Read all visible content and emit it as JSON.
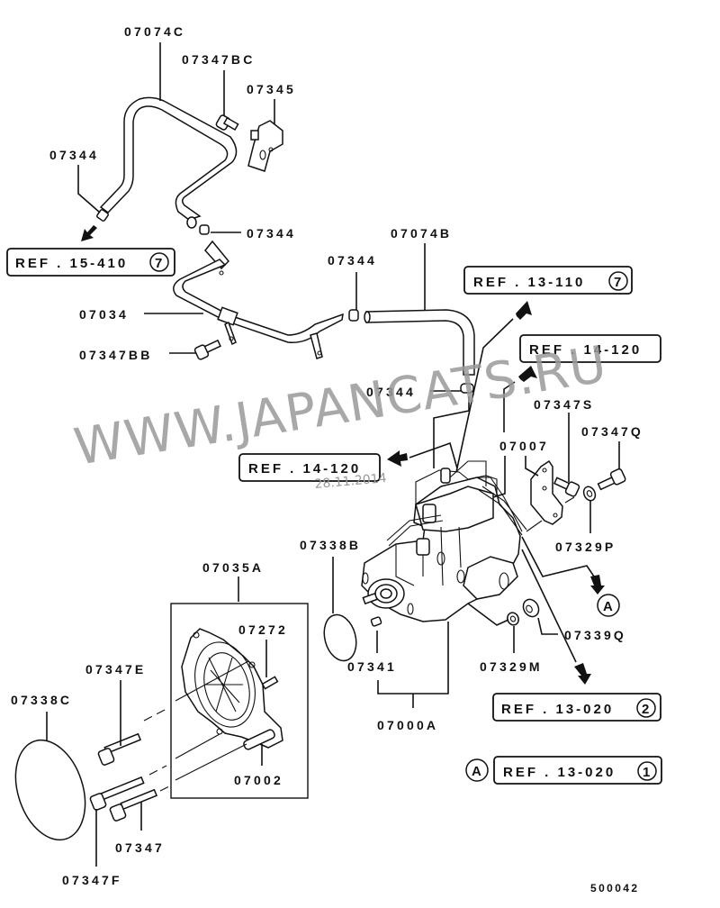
{
  "diagram": {
    "type": "exploded parts diagram",
    "subject": "fuel injection pump and fuel hoses",
    "watermark": "WWW.JAPANCATS.RU",
    "watermark_date": "28.11.2014",
    "figure_code": "500042",
    "part_labels": {
      "p07074C": "07074C",
      "p07347BC": "07347BC",
      "p07345": "07345",
      "p07344_a": "07344",
      "p07344_b": "07344",
      "p07344_c": "07344",
      "p07344_d": "07344",
      "p07074B": "07074B",
      "p07034": "07034",
      "p07347BB": "07347BB",
      "p07347S": "07347S",
      "p07347Q": "07347Q",
      "p07007": "07007",
      "p07329P": "07329P",
      "p07338B": "07338B",
      "p07035A": "07035A",
      "p07272": "07272",
      "p07347E": "07347E",
      "p07338C": "07338C",
      "p07341": "07341",
      "p07329M": "07329M",
      "p07339Q": "07339Q",
      "p07000A": "07000A",
      "p07002": "07002",
      "p07347": "07347",
      "p07347F": "07347F"
    },
    "references": {
      "ref_15_410": {
        "text": "REF . 15-410",
        "num": "7"
      },
      "ref_13_110": {
        "text": "REF . 13-110",
        "num": "7"
      },
      "ref_14_120_right": {
        "text": "REF . 14-120"
      },
      "ref_14_120_left": {
        "text": "REF . 14-120"
      },
      "ref_13_020_2": {
        "text": "REF . 13-020",
        "num": "2"
      },
      "ref_13_020_1": {
        "text": "REF . 13-020",
        "num": "1",
        "marker": "A"
      }
    },
    "markers": {
      "a_marker": "A"
    }
  }
}
